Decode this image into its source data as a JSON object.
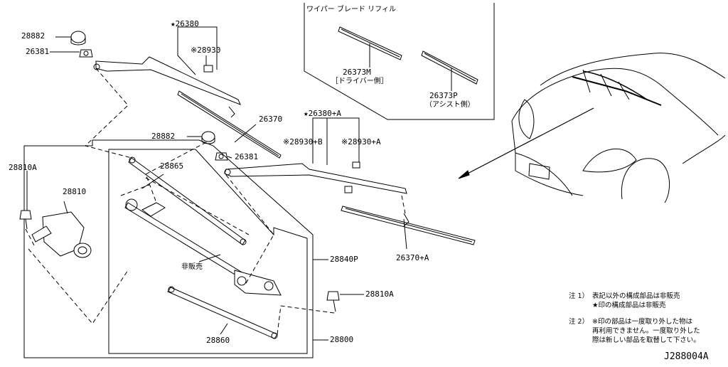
{
  "labels": {
    "p28882_top": "28882",
    "p26381_top": "26381",
    "p26380": "★26380",
    "p28930": "※28930",
    "p26370": "26370",
    "p26380a": "★26380+A",
    "p28930b": "※28930+B",
    "p28930a": "※28930+A",
    "p28882_mid": "28882",
    "p26381_mid": "26381",
    "p28865": "28865",
    "p28810a_left": "28810A",
    "p28810": "28810",
    "p28840p": "28840P",
    "p26370a": "26370+A",
    "p28810a_right": "28810A",
    "p28860": "28860",
    "p28800": "28800",
    "not_sold": "非販売"
  },
  "refill": {
    "title": "ワイパー ブレード リフィル",
    "left_code": "26373M",
    "left_note": "［ドライバー側］",
    "right_code": "26373P",
    "right_note": "（アシスト側）"
  },
  "notes": {
    "n1_prefix": "注 1）",
    "n1_line1": "表記以外の構成部品は非販売",
    "n1_line2": "★印の構成部品は非販売",
    "n2_prefix": "注 2）",
    "n2_line1": "※印の部品は一度取り外した物は",
    "n2_line2": "再利用できません。一度取り外した",
    "n2_line3": "際は新しい部品を取替して下さい。"
  },
  "diagram_code": "J288004A"
}
